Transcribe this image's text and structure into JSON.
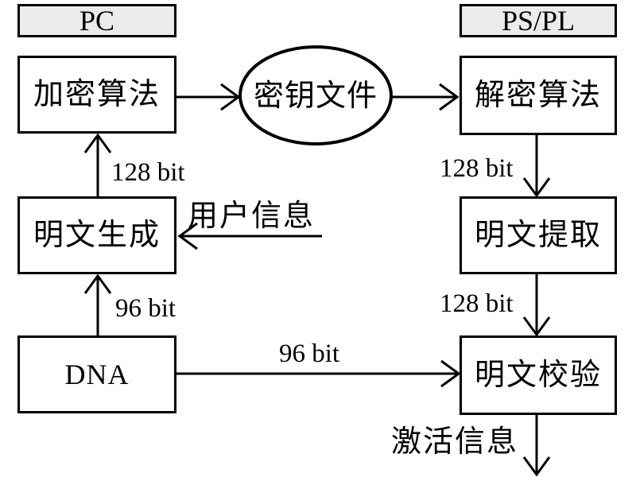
{
  "diagram": {
    "headers": {
      "pc": "PC",
      "pspl": "PS/PL"
    },
    "boxes": {
      "encrypt": "加密算法",
      "plaintext_gen": "明文生成",
      "dna": "DNA",
      "decrypt": "解密算法",
      "plaintext_extract": "明文提取",
      "plaintext_verify": "明文校验"
    },
    "ellipse": {
      "key_file": "密钥文件"
    },
    "labels": {
      "bit128_left": "128 bit",
      "bit96_left": "96 bit",
      "bit128_right_top": "128 bit",
      "bit128_right_bottom": "128 bit",
      "bit96_bottom": "96 bit",
      "user_info": "用户信息",
      "activation_info": "激活信息"
    },
    "colors": {
      "line": "#000000",
      "header_fill": "#ebebeb",
      "background": "#ffffff"
    }
  }
}
